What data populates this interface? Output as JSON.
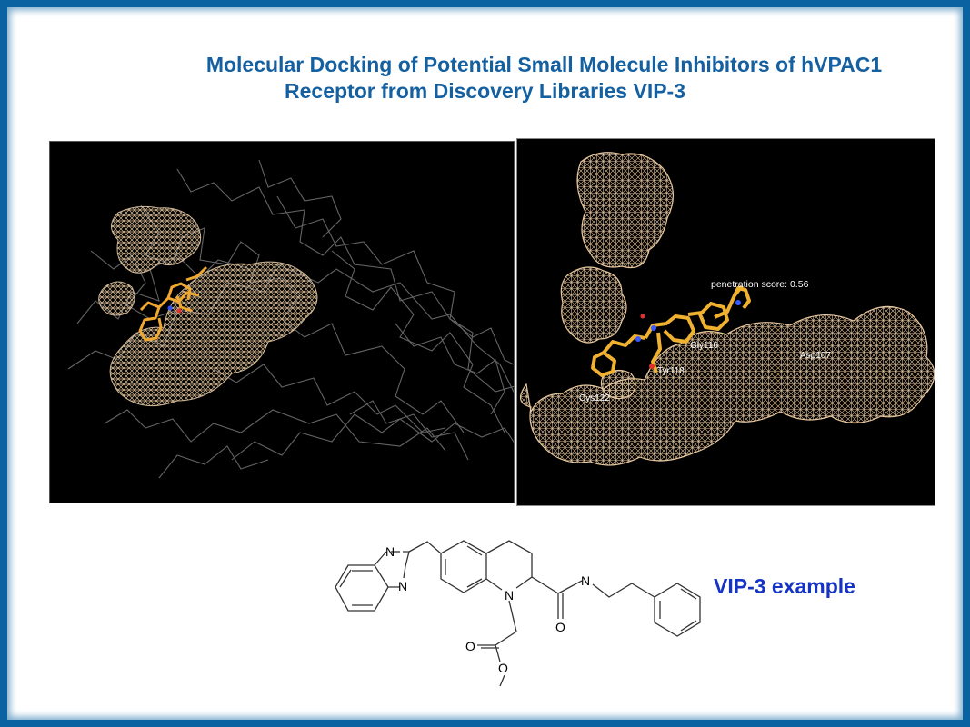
{
  "slide": {
    "title_line1": "Molecular Docking of Potential Small Molecule Inhibitors of hVPAC1",
    "title_line2": "Receptor from Discovery Libraries VIP-3",
    "colors": {
      "frame": "#0a62a0",
      "title": "#1560a0",
      "example_label": "#1533c4",
      "mesh": "#e8c49a",
      "ligand": "#f0a830"
    }
  },
  "left_panel": {
    "description": "Protein backbone (grey wireframe) with docking pocket mesh and ligand"
  },
  "right_panel": {
    "score_label": "penetration score: 0.56",
    "residues": [
      {
        "name": "Gly116"
      },
      {
        "name": "Asp107"
      },
      {
        "name": "Tyr118"
      },
      {
        "name": "Cys122"
      }
    ]
  },
  "structure": {
    "atoms": {
      "n1": "N",
      "n2": "N",
      "n3": "N",
      "n4": "N",
      "o1": "O",
      "o2": "O",
      "o3": "O"
    },
    "example_label": "VIP-3 example"
  }
}
